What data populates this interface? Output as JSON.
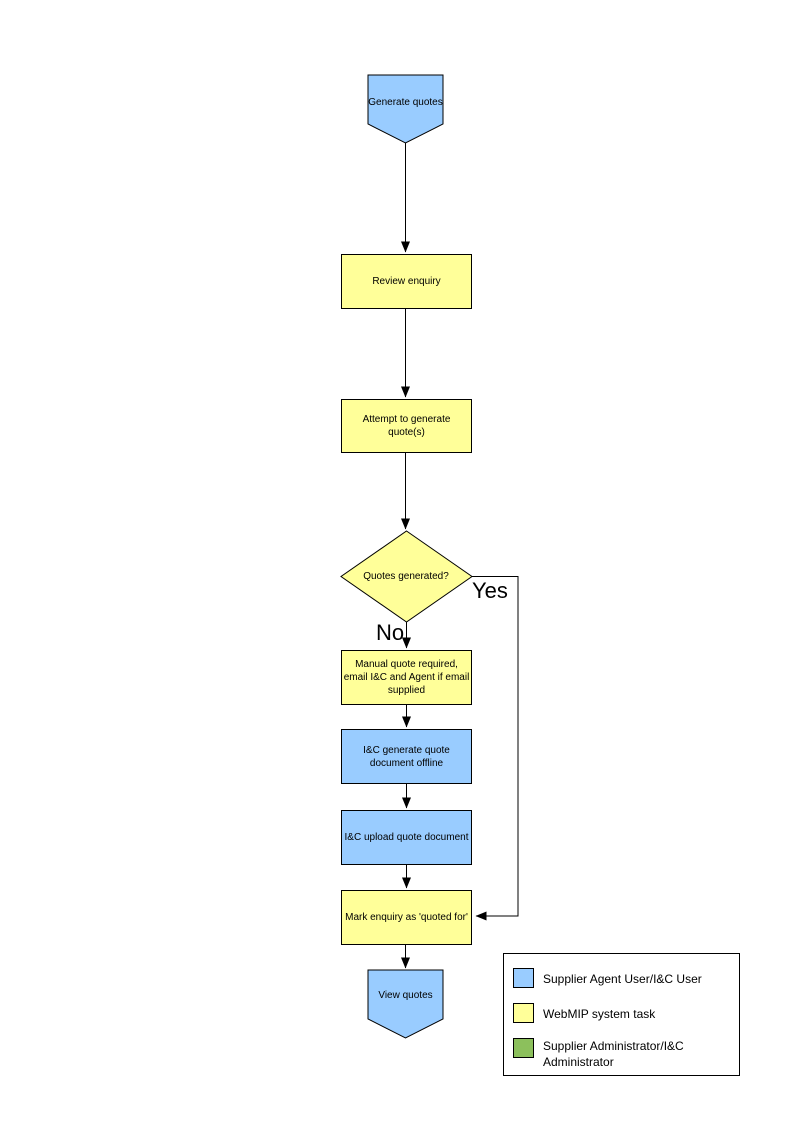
{
  "colors": {
    "agent_blue": "#99CCFF",
    "system_yellow": "#FFFF99",
    "admin_green": "#8CC05C",
    "line_black": "#000000"
  },
  "nodes": {
    "start": {
      "label": "Generate quotes"
    },
    "review": {
      "label": "Review enquiry"
    },
    "attempt": {
      "label": "Attempt to generate quote(s)"
    },
    "decision": {
      "label": "Quotes generated?"
    },
    "manual": {
      "label": "Manual quote required, email I&C and Agent if email supplied"
    },
    "offline": {
      "label": "I&C generate quote document offline"
    },
    "upload": {
      "label": "I&C upload quote document"
    },
    "mark": {
      "label": "Mark enquiry as 'quoted for'"
    },
    "end": {
      "label": "View quotes"
    }
  },
  "branches": {
    "yes": "Yes",
    "no": "No"
  },
  "legend": {
    "items": [
      {
        "label": "Supplier Agent User/I&C User",
        "color": "#99CCFF"
      },
      {
        "label": "WebMIP system task",
        "color": "#FFFF99"
      },
      {
        "label": "Supplier Administrator/I&C Administrator",
        "color": "#8CC05C"
      }
    ]
  }
}
